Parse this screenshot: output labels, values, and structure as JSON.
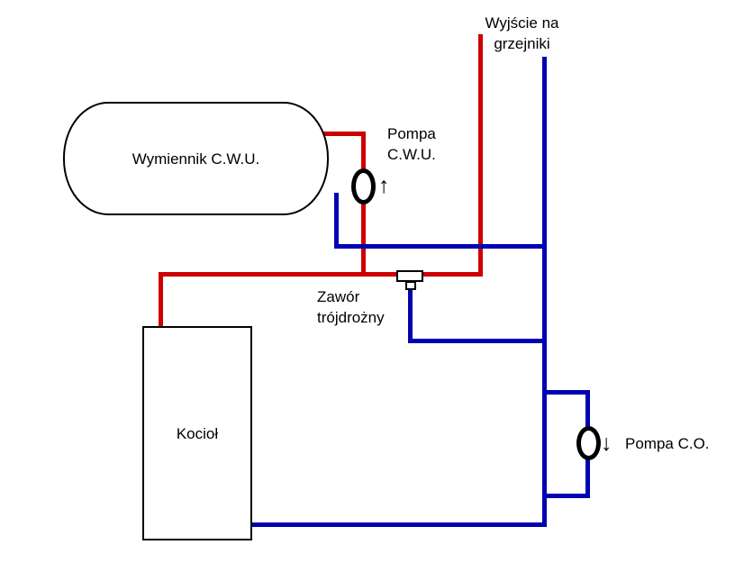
{
  "colors": {
    "hot": "#cc0000",
    "return": "#0000b3",
    "outline": "#000000",
    "background": "#ffffff"
  },
  "diagram": {
    "tank": {
      "label": "Wymiennik C.W.U."
    },
    "boiler": {
      "label": "Kocioł"
    },
    "radiators_outlet": {
      "label": "Wyjście na\ngrzejniki"
    },
    "pump_cwu": {
      "label": "Pompa\nC.W.U.",
      "arrow": "↑"
    },
    "pump_co": {
      "label": "Pompa C.O.",
      "arrow": "↓"
    },
    "valve": {
      "label": "Zawór\ntrójdrożny"
    }
  }
}
